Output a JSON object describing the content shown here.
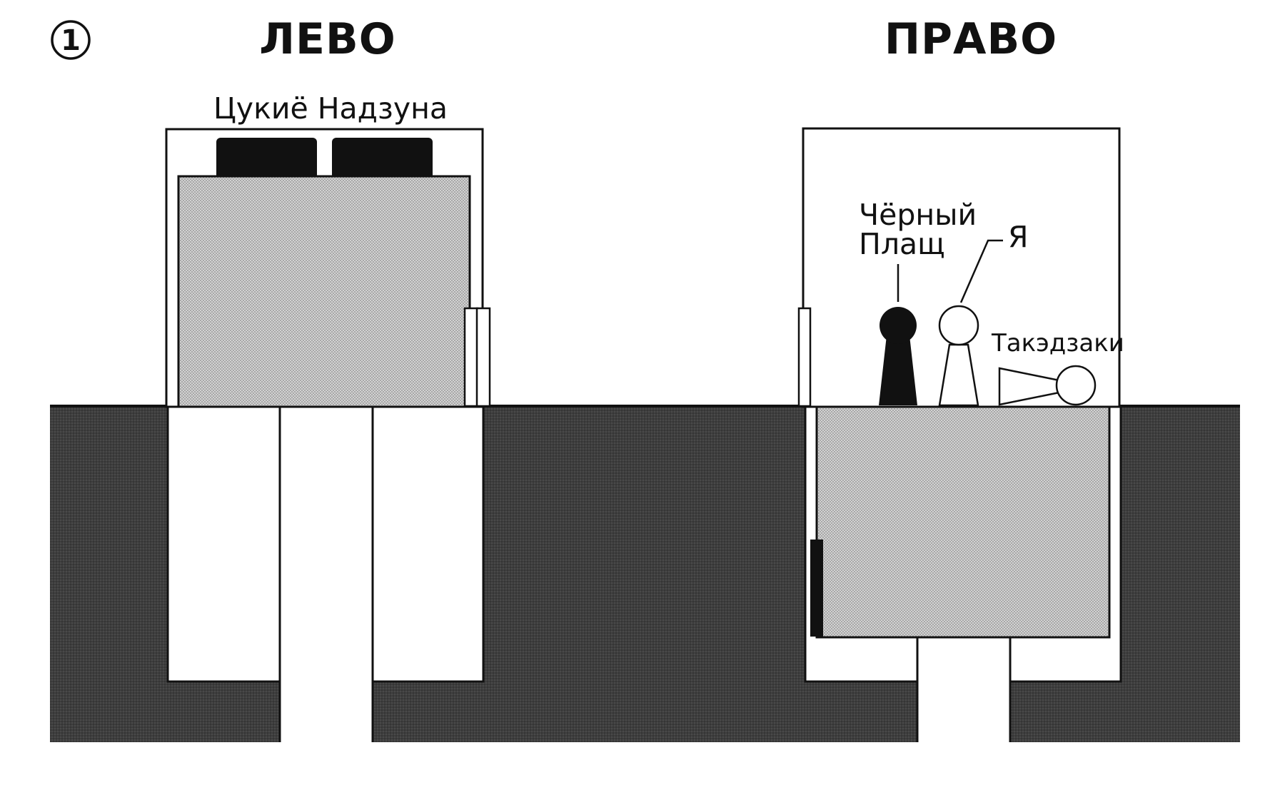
{
  "step_number": "1",
  "headings": {
    "left": "ЛЕВО",
    "right": "ПРАВО"
  },
  "labels": {
    "tsukiyo": "Цукиё Надзуна",
    "black_cloak_line1": "Чёрный",
    "black_cloak_line2": "Плащ",
    "me": "Я",
    "takezaki": "Такэдзаки"
  },
  "colors": {
    "ground": "#3e3e3e",
    "elevator_car": "#c9c9c9",
    "outline": "#111111",
    "background": "#ffffff"
  }
}
